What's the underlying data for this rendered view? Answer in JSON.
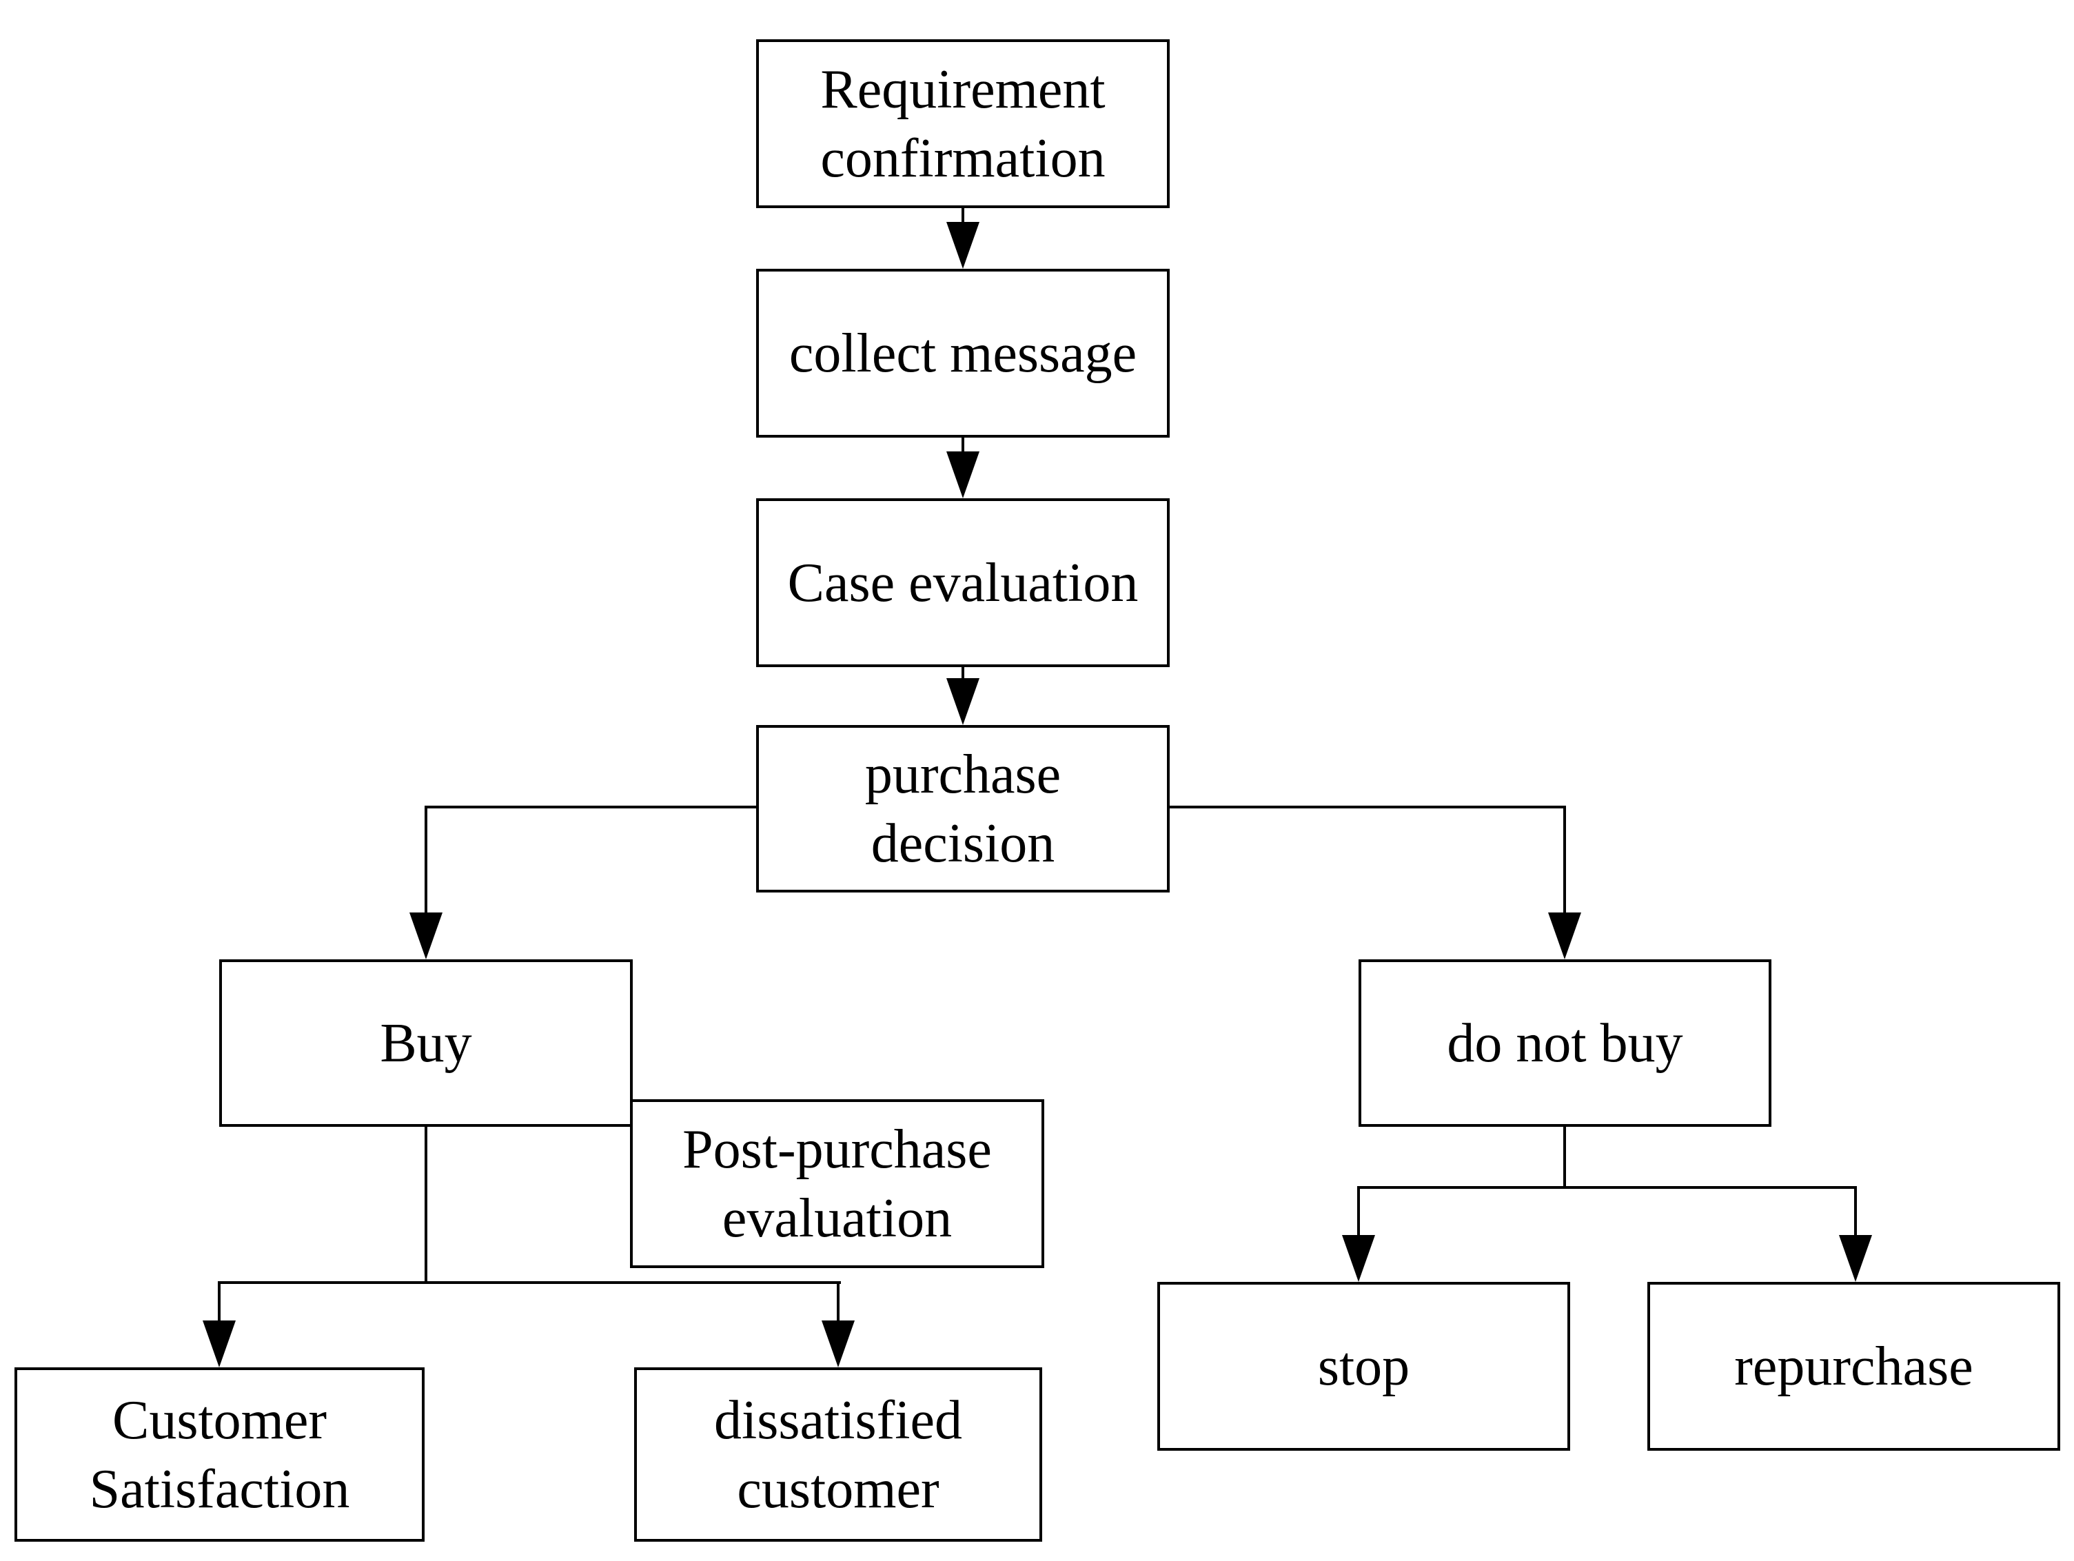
{
  "diagram": {
    "background_color": "#ffffff",
    "stroke_color": "#000000",
    "nodes": {
      "requirement": {
        "label": "Requirement confirmation"
      },
      "collect": {
        "label": "collect message"
      },
      "case_eval": {
        "label": "Case evaluation"
      },
      "purchase": {
        "label": "purchase decision"
      },
      "buy": {
        "label": "Buy"
      },
      "do_not_buy": {
        "label": "do not buy"
      },
      "post_purchase": {
        "label": "Post-purchase evaluation"
      },
      "customer_satisfaction": {
        "label": "Customer Satisfaction"
      },
      "dissatisfied_customer": {
        "label": "dissatisfied customer"
      },
      "stop": {
        "label": "stop"
      },
      "repurchase": {
        "label": "repurchase"
      }
    },
    "edges": [
      {
        "from": "requirement",
        "to": "collect",
        "type": "arrow"
      },
      {
        "from": "collect",
        "to": "case_eval",
        "type": "arrow"
      },
      {
        "from": "case_eval",
        "to": "purchase",
        "type": "arrow"
      },
      {
        "from": "purchase",
        "to": "buy",
        "type": "arrow"
      },
      {
        "from": "purchase",
        "to": "do_not_buy",
        "type": "arrow"
      },
      {
        "from": "buy",
        "to": "customer_satisfaction",
        "type": "arrow"
      },
      {
        "from": "buy",
        "to": "dissatisfied_customer",
        "type": "arrow"
      },
      {
        "from": "do_not_buy",
        "to": "stop",
        "type": "arrow"
      },
      {
        "from": "do_not_buy",
        "to": "repurchase",
        "type": "arrow"
      },
      {
        "from": "buy",
        "to": "post_purchase",
        "type": "adjacent"
      }
    ]
  }
}
